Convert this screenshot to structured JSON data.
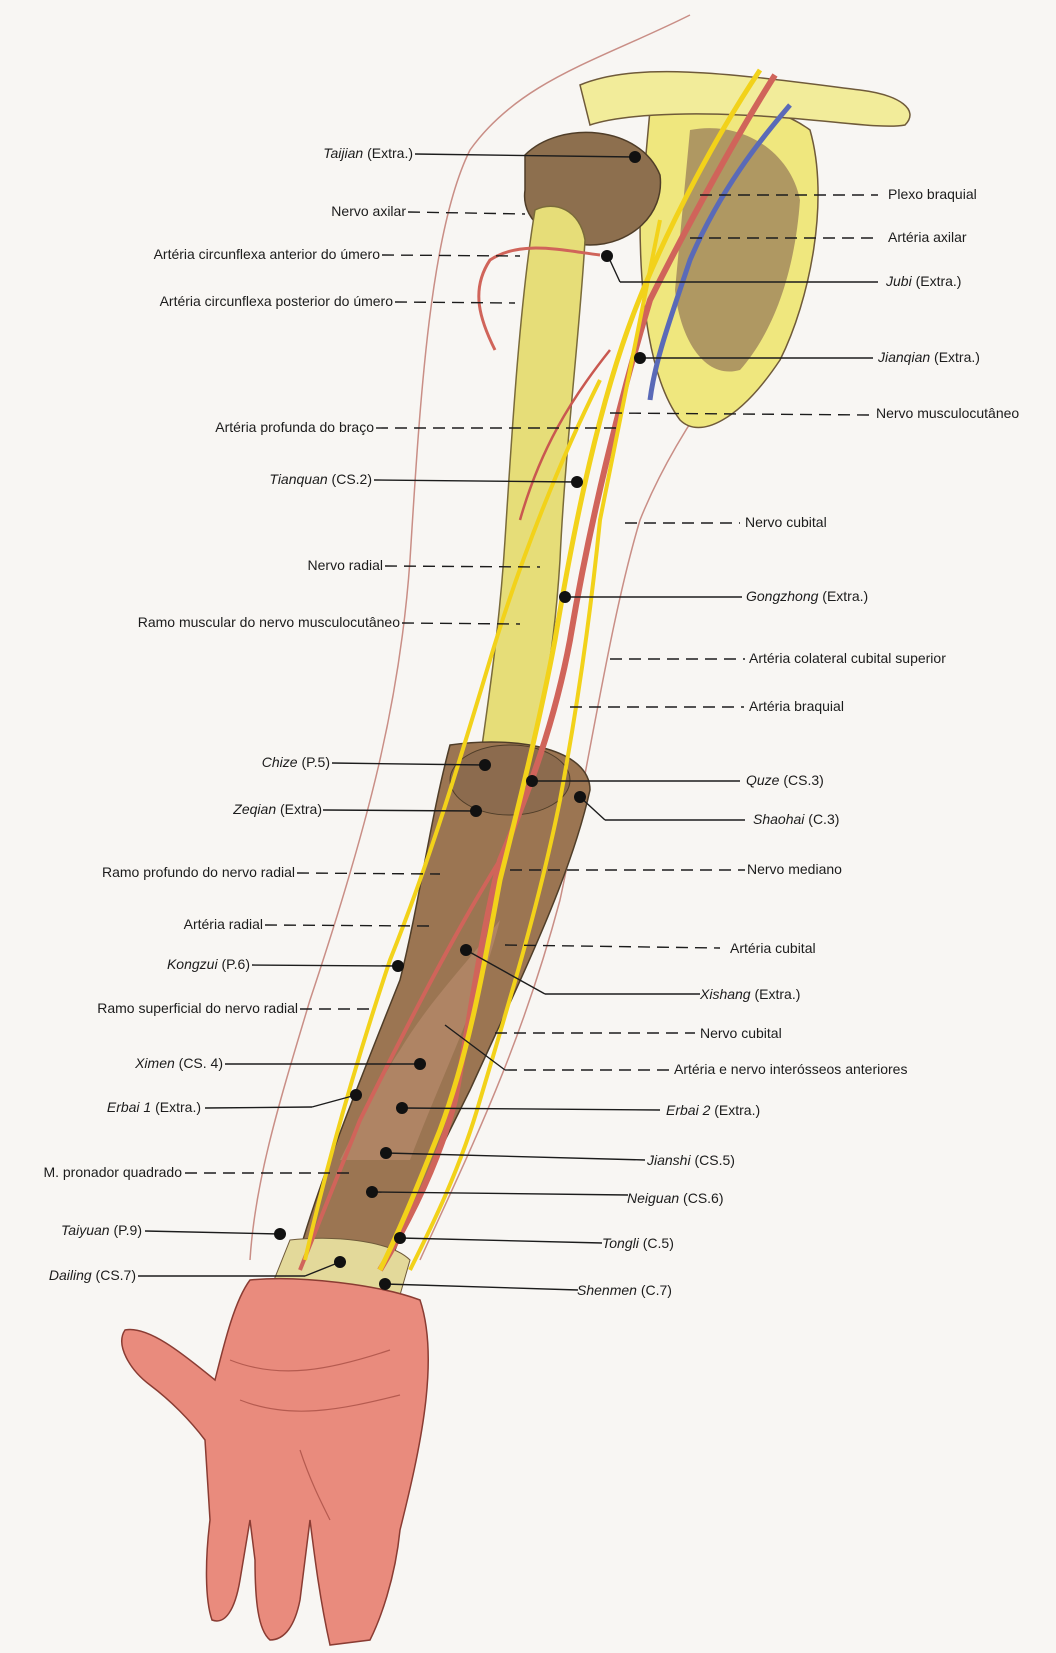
{
  "labels": {
    "taijian": {
      "name": "Taijian",
      "code": "(Extra.)"
    },
    "nervo_axilar": "Nervo axilar",
    "art_circ_anterior": "Artéria circunflexa anterior do úmero",
    "art_circ_posterior": "Artéria circunflexa posterior do úmero",
    "art_profunda_braco": "Artéria profunda do braço",
    "tianquan": {
      "name": "Tianquan",
      "code": "(CS.2)"
    },
    "nervo_radial": "Nervo radial",
    "ramo_muscular": "Ramo muscular do nervo musculocutâneo",
    "chize": {
      "name": "Chize",
      "code": "(P.5)"
    },
    "zeqian": {
      "name": "Zeqian",
      "code": "(Extra)"
    },
    "ramo_profundo": "Ramo profundo do nervo radial",
    "arteria_radial": "Artéria radial",
    "kongzui": {
      "name": "Kongzui",
      "code": "(P.6)"
    },
    "ramo_superficial": "Ramo superficial do nervo radial",
    "ximen": {
      "name": "Ximen",
      "code": "(CS. 4)"
    },
    "erbai1": {
      "name": "Erbai 1",
      "code": "(Extra.)"
    },
    "pronador": "M. pronador quadrado",
    "taiyuan": {
      "name": "Taiyuan",
      "code": "(P.9)"
    },
    "daling": {
      "name": "Dailing",
      "code": "(CS.7)"
    },
    "plexo": "Plexo braquial",
    "arteria_axilar": "Artéria axilar",
    "jubi": {
      "name": "Jubi",
      "code": "(Extra.)"
    },
    "jianqian": {
      "name": "Jianqian",
      "code": "(Extra.)"
    },
    "nervo_musculo": "Nervo musculocutâneo",
    "nervo_cubital_1": "Nervo cubital",
    "gongzhong": {
      "name": "Gongzhong",
      "code": "(Extra.)"
    },
    "art_colateral": "Artéria colateral cubital superior",
    "art_braquial": "Artéria braquial",
    "quze": {
      "name": "Quze",
      "code": "(CS.3)"
    },
    "shaohai": {
      "name": "Shaohai",
      "code": "(C.3)"
    },
    "nervo_mediano": "Nervo mediano",
    "art_cubital": "Artéria cubital",
    "xishang": {
      "name": "Xishang",
      "code": "(Extra.)"
    },
    "nervo_cubital_2": "Nervo cubital",
    "interosseos": "Artéria e nervo interósseos anteriores",
    "erbai2": {
      "name": "Erbai 2",
      "code": "(Extra.)"
    },
    "jianshi": {
      "name": "Jianshi",
      "code": "(CS.5)"
    },
    "neiguan": {
      "name": "Neiguan",
      "code": "(CS.6)"
    },
    "tongli": {
      "name": "Tongli",
      "code": "(C.5)"
    },
    "shenmen": {
      "name": "Shenmen",
      "code": "(C.7)"
    }
  },
  "colors": {
    "bone": "#e8e07a",
    "muscle": "#8a6a4a",
    "artery": "#d0645a",
    "nerve": "#f2d21a",
    "vein": "#5a6ab8",
    "skin": "#e8867a",
    "scapula": "#f0ec80"
  }
}
